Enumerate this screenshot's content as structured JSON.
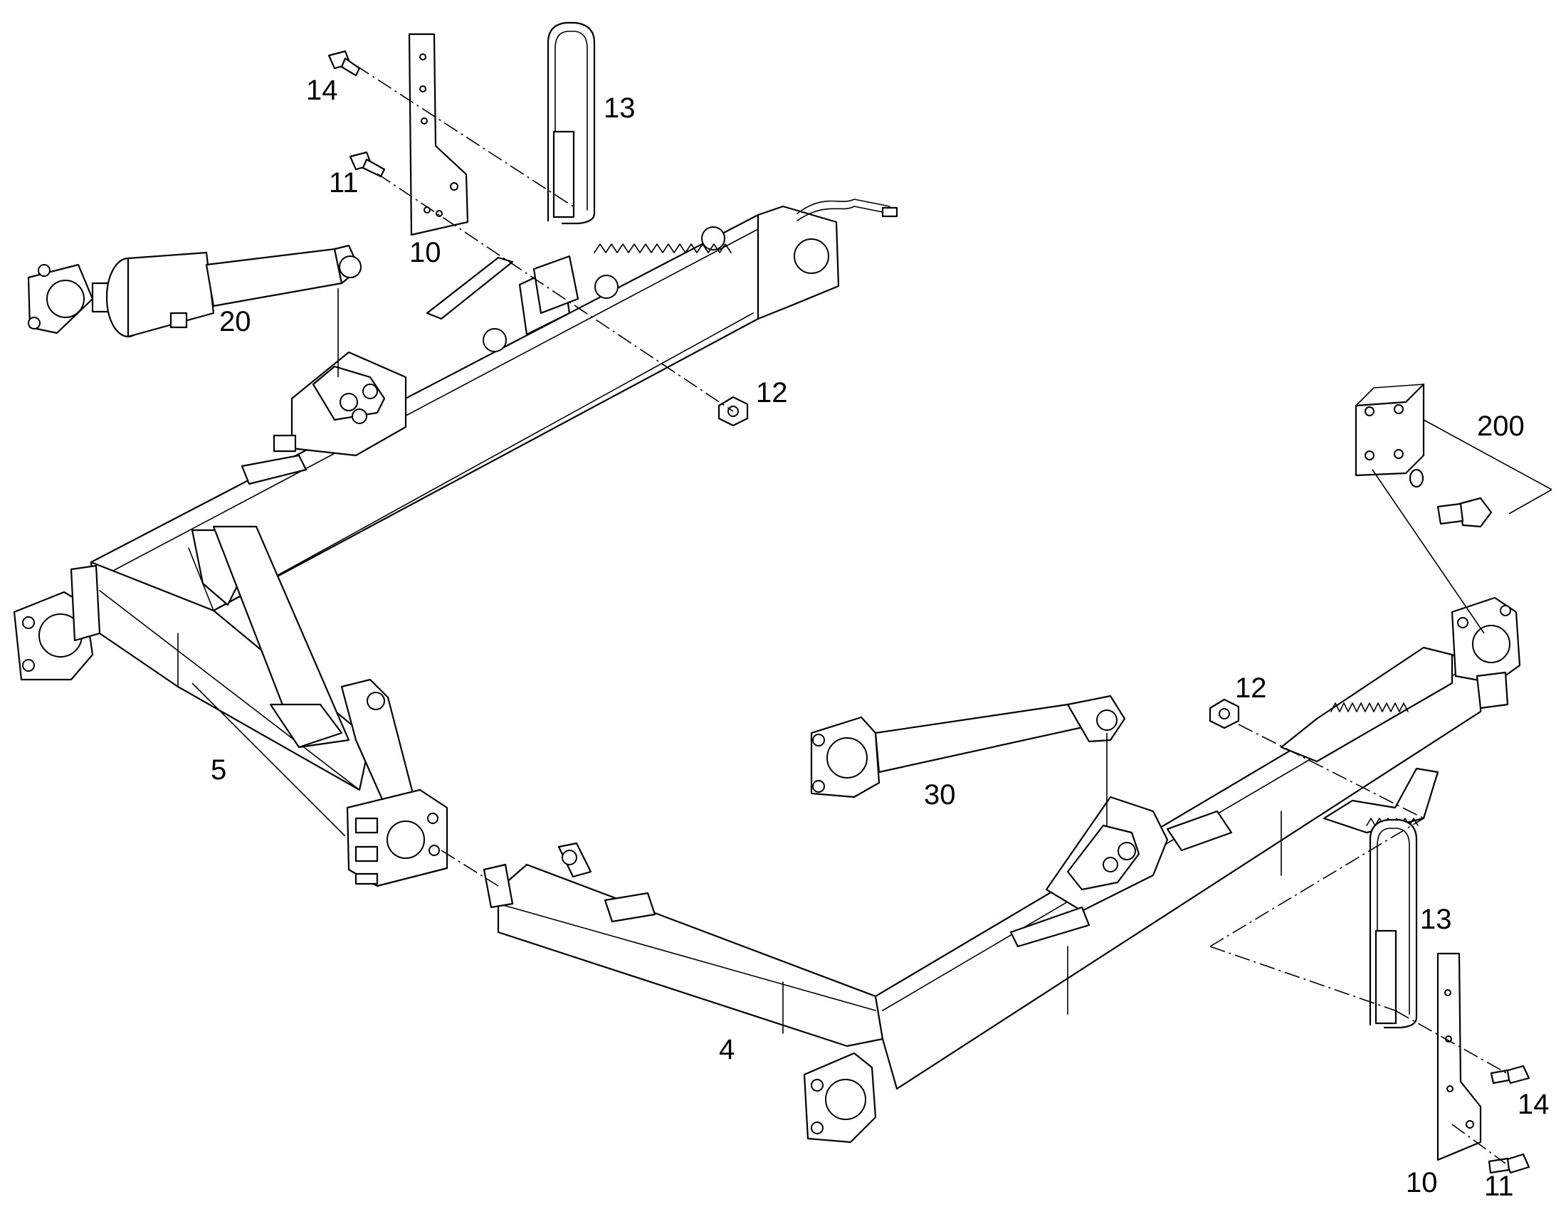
{
  "callouts": {
    "c4": "4",
    "c5": "5",
    "c10a": "10",
    "c10b": "10",
    "c11a": "11",
    "c11b": "11",
    "c12a": "12",
    "c12b": "12",
    "c13a": "13",
    "c13b": "13",
    "c14a": "14",
    "c14b": "14",
    "c20": "20",
    "c30": "30",
    "c200": "200"
  }
}
